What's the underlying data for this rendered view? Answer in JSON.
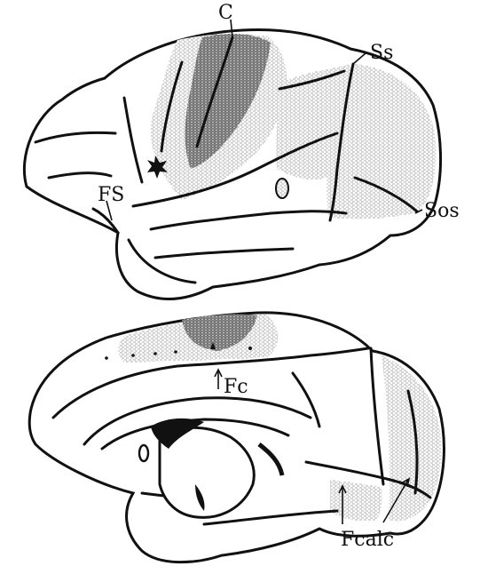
{
  "labels": {
    "c": "C",
    "ss": "Ss",
    "fs": "FS",
    "sos": "Sos",
    "fc": "Fc",
    "fcalc": "Fcalc"
  },
  "colors": {
    "ink": "#111111",
    "stipple_light": "#c9c9c9",
    "stipple_dark": "#7d7d7d",
    "paper": "#ffffff"
  }
}
